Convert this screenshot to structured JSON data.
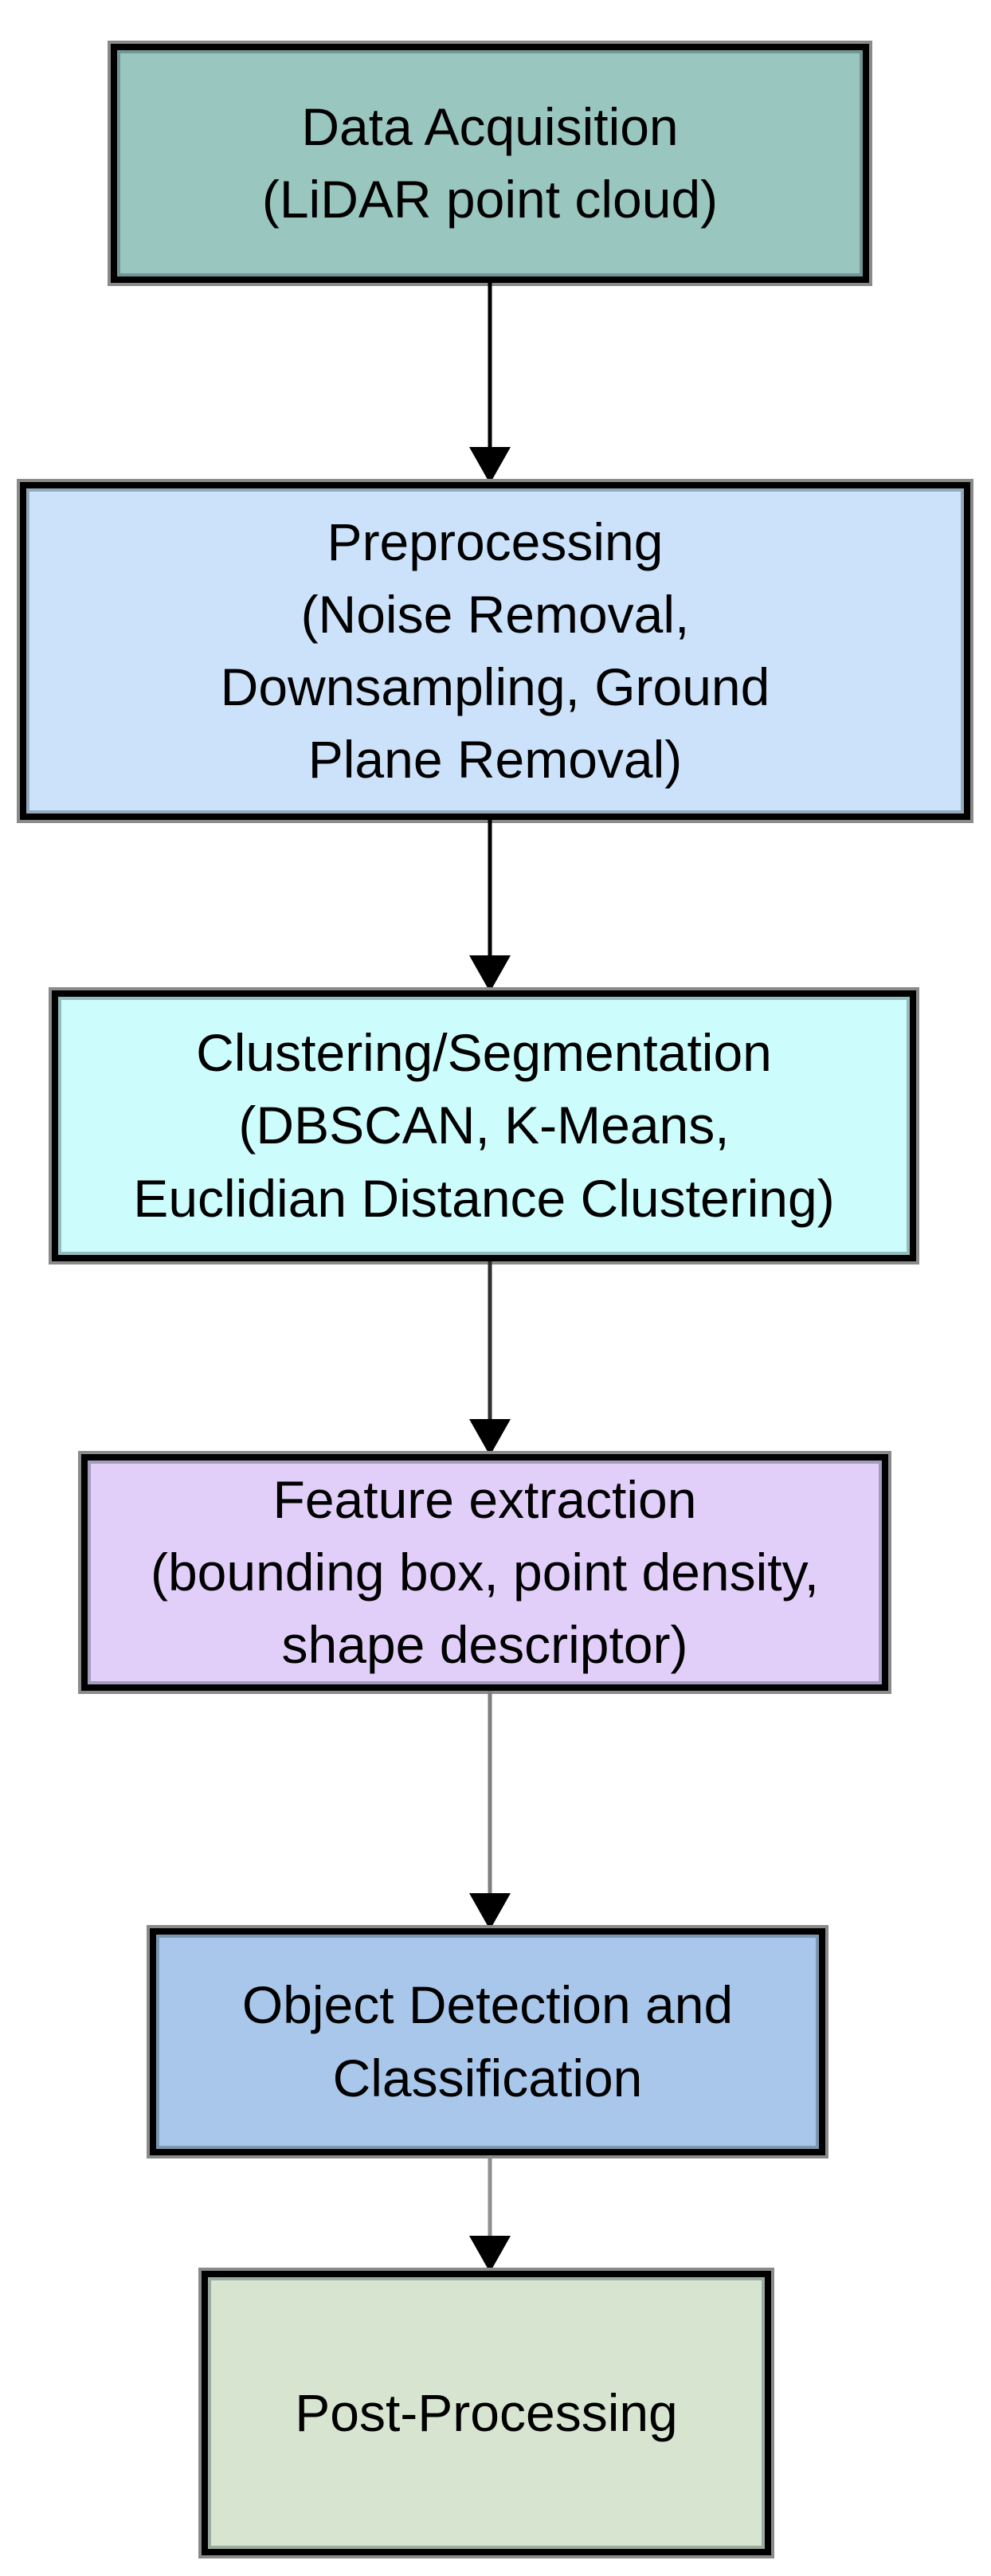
{
  "diagram": {
    "type": "flowchart",
    "direction": "top-to-bottom",
    "nodes": [
      {
        "id": "data-acquisition",
        "label": "Data Acquisition\n(LiDAR point cloud)",
        "fill": "#9ac6c0"
      },
      {
        "id": "preprocessing",
        "label": "Preprocessing\n(Noise Removal,\nDownsampling, Ground\nPlane Removal)",
        "fill": "#cbe2fa"
      },
      {
        "id": "clustering-segmentation",
        "label": "Clustering/Segmentation\n(DBSCAN, K-Means,\nEuclidian Distance Clustering)",
        "fill": "#ccfdfc"
      },
      {
        "id": "feature-extraction",
        "label": "Feature extraction\n(bounding box, point density,\nshape descriptor)",
        "fill": "#e1cffa"
      },
      {
        "id": "object-detection",
        "label": "Object Detection and\nClassification",
        "fill": "#a9c7eb"
      },
      {
        "id": "post-processing",
        "label": "Post-Processing",
        "fill": "#d6e4d0"
      }
    ],
    "edges": [
      {
        "from": "data-acquisition",
        "to": "preprocessing",
        "stem_color": "#000000",
        "head_color": "#000000"
      },
      {
        "from": "preprocessing",
        "to": "clustering-segmentation",
        "stem_color": "#000000",
        "head_color": "#000000"
      },
      {
        "from": "clustering-segmentation",
        "to": "feature-extraction",
        "stem_color": "#2e2e2e",
        "head_color": "#000000"
      },
      {
        "from": "feature-extraction",
        "to": "object-detection",
        "stem_color": "#7d7d7d",
        "head_color": "#000000"
      },
      {
        "from": "object-detection",
        "to": "post-processing",
        "stem_color": "#8f8f8f",
        "head_color": "#000000"
      }
    ],
    "border_color": "#000000",
    "border_halo_color": "#8a8a8a",
    "text_color": "#000000",
    "background_color": "#ffffff"
  }
}
